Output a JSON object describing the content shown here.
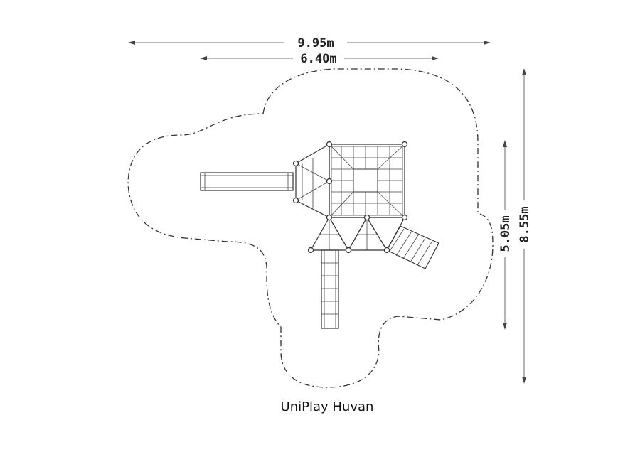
{
  "dimensions": {
    "overall_width": "9.95m",
    "platform_width": "6.40m",
    "platform_depth": "5.05m",
    "overall_depth": "8.55m"
  },
  "product": {
    "name": "UniPlay Huvan"
  }
}
